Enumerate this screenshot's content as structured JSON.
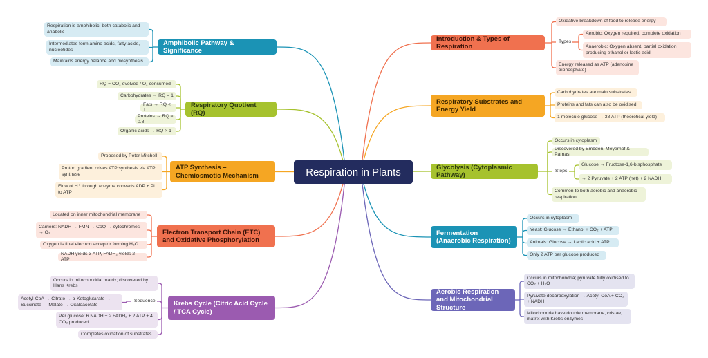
{
  "title": "Respiration in Plants",
  "branches": [
    {
      "label": "Amphibolic Pathway & Significance",
      "color": "#1b93b5",
      "light": "#d6ebf3",
      "text": "#fff",
      "leaves": [
        "Respiration is amphibolic: both catabolic and anabolic",
        "Intermediates form amino acids, fatty acids, nucleotides",
        "Maintains energy balance and biosynthesis"
      ]
    },
    {
      "label": "Respiratory Quotient (RQ)",
      "color": "#a6c22e",
      "light": "#eef3d9",
      "text": "#2d3a10",
      "leaves": [
        "RQ = CO₂ evolved / O₂ consumed",
        "Carbohydrates → RQ = 1",
        "Fats → RQ < 1",
        "Proteins → RQ ≈ 0.8",
        "Organic acids → RQ > 1"
      ]
    },
    {
      "label": "ATP Synthesis – Chemiosmotic Mechanism",
      "color": "#f5a623",
      "light": "#fdf0dc",
      "text": "#3a2500",
      "leaves": [
        "Proposed by Peter Mitchell",
        "Proton gradient drives ATP synthesis via ATP synthase",
        "Flow of H⁺ through enzyme converts ADP + Pi to ATP"
      ]
    },
    {
      "label": "Electron Transport Chain (ETC) and Oxidative Phosphorylation",
      "color": "#f0714f",
      "light": "#fce5df",
      "text": "#3a1208",
      "leaves": [
        "Located on inner mitochondrial membrane",
        "Carriers: NADH → FMN → CoQ → cytochromes → O₂",
        "Oxygen is final electron acceptor forming H₂O",
        "NADH yields 3 ATP, FADH₂ yields 2 ATP"
      ]
    },
    {
      "label": "Krebs Cycle (Citric Acid Cycle / TCA Cycle)",
      "color": "#9b5bb0",
      "light": "#ece3f0",
      "text": "#fff",
      "leaves": [
        "Occurs in mitochondrial matrix; discovered by Hans Krebs",
        {
          "label": "Sequence",
          "children": [
            "Acetyl-CoA → Citrate → α-Ketoglutarate → Succinate → Malate → Oxaloacetate"
          ]
        },
        "Per glucose: 6 NADH + 2 FADH₂ + 2 ATP + 4 CO₂ produced",
        "Completes oxidation of substrates"
      ]
    },
    {
      "label": "Introduction & Types of Respiration",
      "color": "#f0714f",
      "light": "#fce5df",
      "text": "#3a1208",
      "leaves": [
        "Oxidative breakdown of food to release energy",
        {
          "label": "Types",
          "children": [
            "Aerobic: Oxygen required, complete oxidation",
            "Anaerobic: Oxygen absent, partial oxidation producing ethanol or lactic acid"
          ]
        },
        "Energy released as ATP (adenosine triphosphate)"
      ]
    },
    {
      "label": "Respiratory Substrates and Energy Yield",
      "color": "#f5a623",
      "light": "#fdf0dc",
      "text": "#3a2500",
      "leaves": [
        "Carbohydrates are main substrates",
        "Proteins and fats can also be oxidised",
        "1 molecule glucose → 38 ATP (theoretical yield)"
      ]
    },
    {
      "label": "Glycolysis (Cytoplasmic Pathway)",
      "color": "#a6c22e",
      "light": "#eef3d9",
      "text": "#2d3a10",
      "leaves": [
        "Occurs in cytoplasm",
        "Discovered by Embden, Meyerhof & Parnas",
        {
          "label": "Steps",
          "children": [
            "Glucose → Fructose-1,6-bisphosphate",
            "→ 2 Pyruvate + 2 ATP (net) + 2 NADH"
          ]
        },
        "Common to both aerobic and anaerobic respiration"
      ]
    },
    {
      "label": "Fermentation (Anaerobic Respiration)",
      "color": "#1b93b5",
      "light": "#d6ebf3",
      "text": "#fff",
      "leaves": [
        "Occurs in cytoplasm",
        "Yeast: Glucose → Ethanol + CO₂ + ATP",
        "Animals: Glucose → Lactic acid + ATP",
        "Only 2 ATP per glucose produced"
      ]
    },
    {
      "label": "Aerobic Respiration and Mitochondrial Structure",
      "color": "#6c66b8",
      "light": "#e4e3f0",
      "text": "#fff",
      "leaves": [
        "Occurs in mitochondria; pyruvate fully oxidised to CO₂ + H₂O",
        "Pyruvate decarboxylation → Acetyl-CoA + CO₂ + NADH",
        "Mitochondria have double membrane, cristae, matrix with Krebs enzymes"
      ]
    }
  ]
}
